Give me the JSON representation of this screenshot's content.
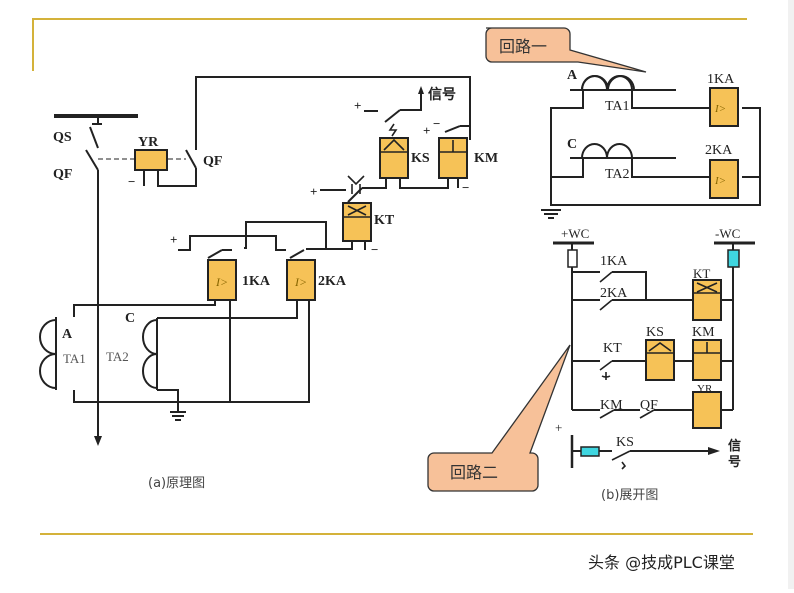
{
  "frame": {
    "accent_color": "#d4b23a",
    "relay_color": "#f6c257",
    "fuse_highlight_color": "#3fd6e0",
    "callout_color": "#f7c199"
  },
  "diagram_a": {
    "caption": "(a)原理图",
    "labels": {
      "qs": "QS",
      "qf_left": "QF",
      "yr": "YR",
      "qf_right": "QF",
      "ks": "KS",
      "km": "KM",
      "kt": "KT",
      "ka1": "1KA",
      "ka2": "2KA",
      "signal": "信号",
      "phase_a": "A",
      "phase_c": "C",
      "ta1": "TA1",
      "ta2": "TA2",
      "plus": "+",
      "minus": "−"
    }
  },
  "diagram_b_top": {
    "labels": {
      "phase_a": "A",
      "phase_c": "C",
      "ta1": "TA1",
      "ta2": "TA2",
      "ka1": "1KA",
      "ka2": "2KA"
    }
  },
  "diagram_b": {
    "caption": "(b)展开图",
    "labels": {
      "plus_wc": "+WC",
      "minus_wc": "-WC",
      "ka1": "1KA",
      "ka2": "2KA",
      "kt_coil": "KT",
      "ks_coil": "KS",
      "km_coil": "KM",
      "kt_contact": "KT",
      "km_contact": "KM",
      "qf_contact": "QF",
      "yr_coil": "YR",
      "ks_contact": "KS",
      "signal_1": "信",
      "signal_2": "号",
      "plus": "+"
    }
  },
  "callouts": {
    "loop_one": "回路一",
    "loop_two": "回路二"
  },
  "watermark": "头条 @技成PLC课堂"
}
